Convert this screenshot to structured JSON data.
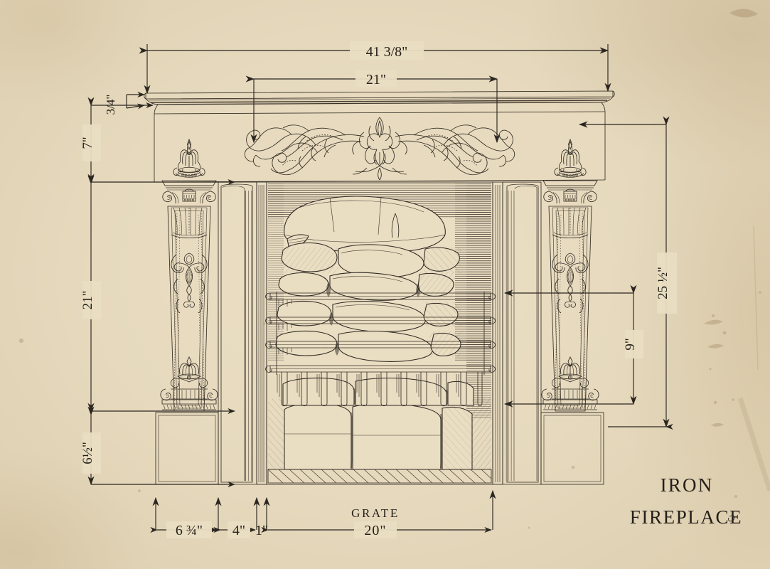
{
  "document": {
    "type": "architectural-measured-drawing",
    "medium": "pen and ink on aged paper",
    "title_line1": "IRON",
    "title_line2": "FIREPLACE",
    "subject_label": "GRATE"
  },
  "palette": {
    "paper": "#e8dcc0",
    "paper_dark": "#ded0b1",
    "ink": "#2b2620",
    "ink_light": "#3c342a",
    "stain": "#8a6f46"
  },
  "dimensions": {
    "overall_width": "41 3/8\"",
    "opening_width": "21\"",
    "frieze_height": "7\"",
    "shelf_thickness": "3/4\"",
    "pilaster_height": "21\"",
    "plinth_height": "6½\"",
    "overall_height": "25 ½\"",
    "grate_height": "9\"",
    "plinth_width": "6 ¾\"",
    "jamb_width": "4\"",
    "reveal_width": "1\"",
    "grate_width": "20\""
  },
  "dimension_list": [
    {
      "id": "overall-width",
      "value": "41 3/8\"",
      "orientation": "horizontal",
      "position": "top"
    },
    {
      "id": "opening-width",
      "value": "21\"",
      "orientation": "horizontal",
      "position": "top-inner"
    },
    {
      "id": "shelf-thickness",
      "value": "3/4\"",
      "orientation": "vertical",
      "position": "left-upper"
    },
    {
      "id": "frieze-height",
      "value": "7\"",
      "orientation": "vertical",
      "position": "left"
    },
    {
      "id": "pilaster-height",
      "value": "21\"",
      "orientation": "vertical",
      "position": "left"
    },
    {
      "id": "plinth-height",
      "value": "6½\"",
      "orientation": "vertical",
      "position": "left-lower"
    },
    {
      "id": "overall-height",
      "value": "25 ½\"",
      "orientation": "vertical",
      "position": "right"
    },
    {
      "id": "grate-height",
      "value": "9\"",
      "orientation": "vertical",
      "position": "right-inner"
    },
    {
      "id": "plinth-width",
      "value": "6 ¾\"",
      "orientation": "horizontal",
      "position": "bottom"
    },
    {
      "id": "jamb-width",
      "value": "4\"",
      "orientation": "horizontal",
      "position": "bottom"
    },
    {
      "id": "reveal-width",
      "value": "1\"",
      "orientation": "horizontal",
      "position": "bottom"
    },
    {
      "id": "grate-width",
      "value": "20\"",
      "orientation": "horizontal",
      "position": "bottom"
    }
  ],
  "components": {
    "mantel_shelf": "mantel shelf",
    "frieze": "carved acanthus frieze panel",
    "left_pilaster": "left ornamental pilaster with palmette finial",
    "right_pilaster": "right ornamental pilaster with palmette finial",
    "left_plinth": "left plinth block",
    "right_plinth": "right plinth block",
    "firebox": "firebrick lined firebox",
    "grate_bars": "horizontal grate bars",
    "grate_fingers": "vertical grate fingers",
    "hearth": "hearth floor"
  },
  "counts": {
    "grate_bars": 4,
    "grate_fingers": 11
  }
}
